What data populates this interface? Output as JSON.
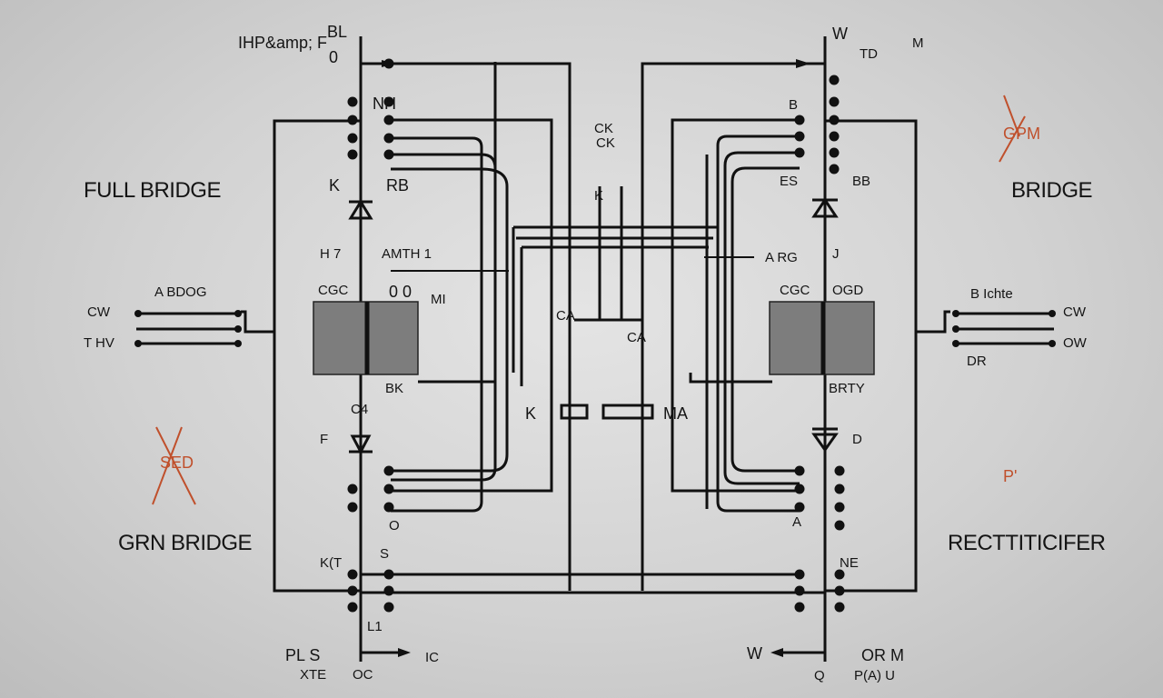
{
  "titles": {
    "left_top": "FULL BRIDGE",
    "right_top": "BRIDGE",
    "left_bottom": "GRN BRIDGE",
    "right_bottom": "RECTTITICIFER"
  },
  "red_marks": {
    "left": "SED",
    "right_top": "GPM",
    "right": "P'"
  },
  "labels": {
    "tl_a": "IHP&amp; F",
    "tl_b": "BL",
    "tl_c": "0",
    "nh": "NH",
    "k_left": "K",
    "rb": "RB",
    "h7": "H 7",
    "mth": "AMTH 1",
    "cgc_left": "CGC",
    "oo": "0 0",
    "mi": "MI",
    "abdoc": "A BDOG",
    "cw_left": "CW",
    "thv": "T HV",
    "bk": "BK",
    "c4": "C4",
    "f_left": "F",
    "o_left": "O",
    "s_left": "S",
    "kt": "K(T",
    "l1": "L1",
    "pl_s": "PL S",
    "xte": "XTE",
    "oc": "OC",
    "ic": "IC",
    "ck": "CK",
    "ck2": "CK",
    "k_center": "K",
    "ca": "CA",
    "ca2": "CA",
    "k_small": "K",
    "ma": "MA",
    "w_top": "W",
    "td": "TD",
    "m_top": "M",
    "b_right": "B",
    "es": "ES",
    "bb": "BB",
    "a_rg": "A RG",
    "j_right": "J",
    "cgc_right": "CGC",
    "ogd": "OGD",
    "b_ichte": "B Ichte",
    "cw_right": "CW",
    "ow": "OW",
    "dr": "DR",
    "brty": "BRTY",
    "d_right": "D",
    "a_right": "A",
    "ne": "NE",
    "w_bottom": "W",
    "or_m": "OR M",
    "q": "Q",
    "pau": "P(A) U"
  },
  "colors": {
    "ink": "#111111",
    "block": "#7d7d7d",
    "accent_red": "#c0502c"
  }
}
